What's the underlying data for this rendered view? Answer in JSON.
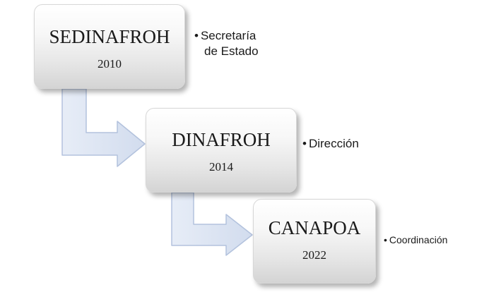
{
  "steps": [
    {
      "name": "SEDINAFROH",
      "year": "2010",
      "note_lines": [
        "Secretaría",
        "de Estado"
      ]
    },
    {
      "name": "DINAFROH",
      "year": "2014",
      "note_lines": [
        "Dirección"
      ]
    },
    {
      "name": "CANAPOA",
      "year": "2022",
      "note_lines": [
        "Coordinación"
      ]
    }
  ],
  "colors": {
    "arrow_fill": "#dbe4f3",
    "arrow_stroke": "#b3c2dd",
    "text": "#1a1a1a"
  },
  "bullet": "•"
}
